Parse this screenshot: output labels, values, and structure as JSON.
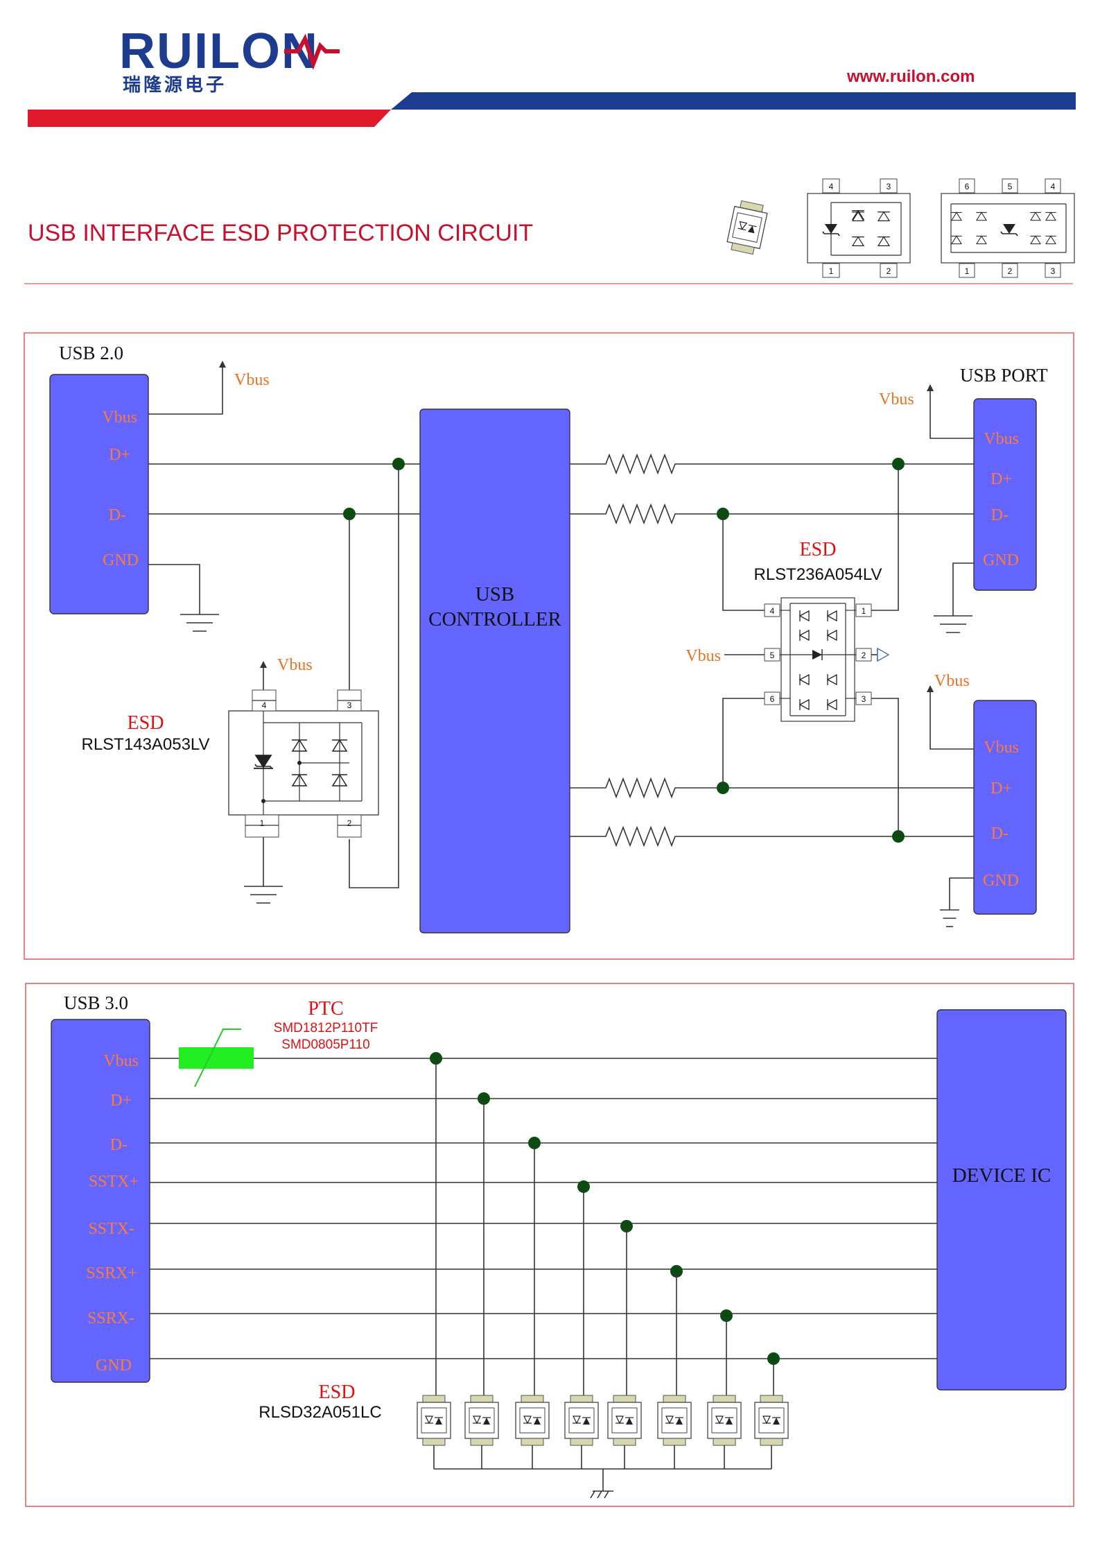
{
  "header": {
    "logo_text": "RUILON",
    "logo_subtitle": "瑞隆源电子",
    "website": "www.ruilon.com",
    "colors": {
      "brand_blue": "#1d3c8f",
      "brand_red": "#c8102e"
    }
  },
  "page_title": "USB INTERFACE ESD PROTECTION CIRCUIT",
  "usb2": {
    "section_label": "USB 2.0",
    "connector_pins": [
      "Vbus",
      "D+",
      "D-",
      "GND"
    ],
    "vbus_label": "Vbus",
    "controller_line1": "USB",
    "controller_line2": "CONTROLLER",
    "port_label": "USB PORT",
    "esd_left": {
      "label": "ESD",
      "part": "RLST143A053LV",
      "vbus_label": "Vbus",
      "pin_numbers": [
        "4",
        "3",
        "1",
        "2"
      ]
    },
    "esd_right": {
      "label": "ESD",
      "part": "RLST236A054LV",
      "vbus_label": "Vbus",
      "pin_numbers": [
        "4",
        "1",
        "5",
        "2",
        "6",
        "3"
      ]
    },
    "port1": {
      "vbus_label": "Vbus",
      "pins": [
        "Vbus",
        "D+",
        "D-",
        "GND"
      ]
    },
    "port2": {
      "vbus_label": "Vbus",
      "pins": [
        "Vbus",
        "D+",
        "D-",
        "GND"
      ]
    }
  },
  "usb3": {
    "section_label": "USB 3.0",
    "connector_pins": [
      "Vbus",
      "D+",
      "D-",
      "SSTX+",
      "SSTX-",
      "SSRX+",
      "SSRX-",
      "GND"
    ],
    "ptc": {
      "label": "PTC",
      "parts": [
        "SMD1812P110TF",
        "SMD0805P110"
      ]
    },
    "device_label": "DEVICE IC",
    "esd": {
      "label": "ESD",
      "part": "RLSD32A051LC"
    }
  },
  "package_icons": {
    "sot23": {
      "pins": [
        "4",
        "3",
        "1",
        "2"
      ]
    },
    "sot26": {
      "pins": [
        "6",
        "5",
        "4",
        "1",
        "2",
        "3"
      ]
    }
  },
  "colors": {
    "block_fill": "#6464ff",
    "pin_label": "#ff7a3c",
    "esd_red": "#e01010",
    "node": "#0b4d10",
    "ptc_green": "#22ee22",
    "frame": "#e35a5a"
  }
}
